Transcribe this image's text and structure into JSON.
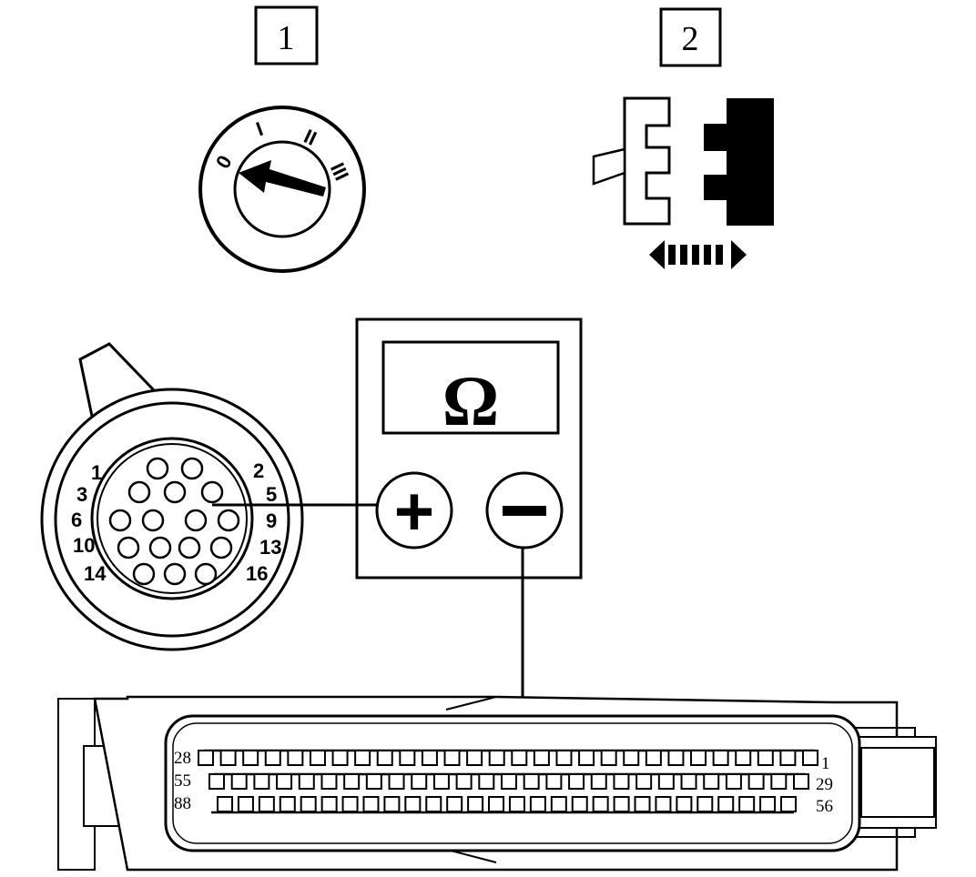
{
  "step_boxes": [
    "1",
    "2"
  ],
  "ignition": {
    "positions": [
      "0",
      "I",
      "II",
      "III"
    ]
  },
  "meter": {
    "symbol": "Ω",
    "plus_symbol": "+",
    "minus_symbol": "−"
  },
  "round_connector": {
    "pin_labels": [
      "1",
      "2",
      "3",
      "5",
      "6",
      "9",
      "10",
      "13",
      "14",
      "16"
    ]
  },
  "ecu_connector": {
    "row1": {
      "left": "28",
      "right": "1"
    },
    "row2": {
      "left": "55",
      "right": "29"
    },
    "row3": {
      "left": "88",
      "right": "56"
    }
  }
}
